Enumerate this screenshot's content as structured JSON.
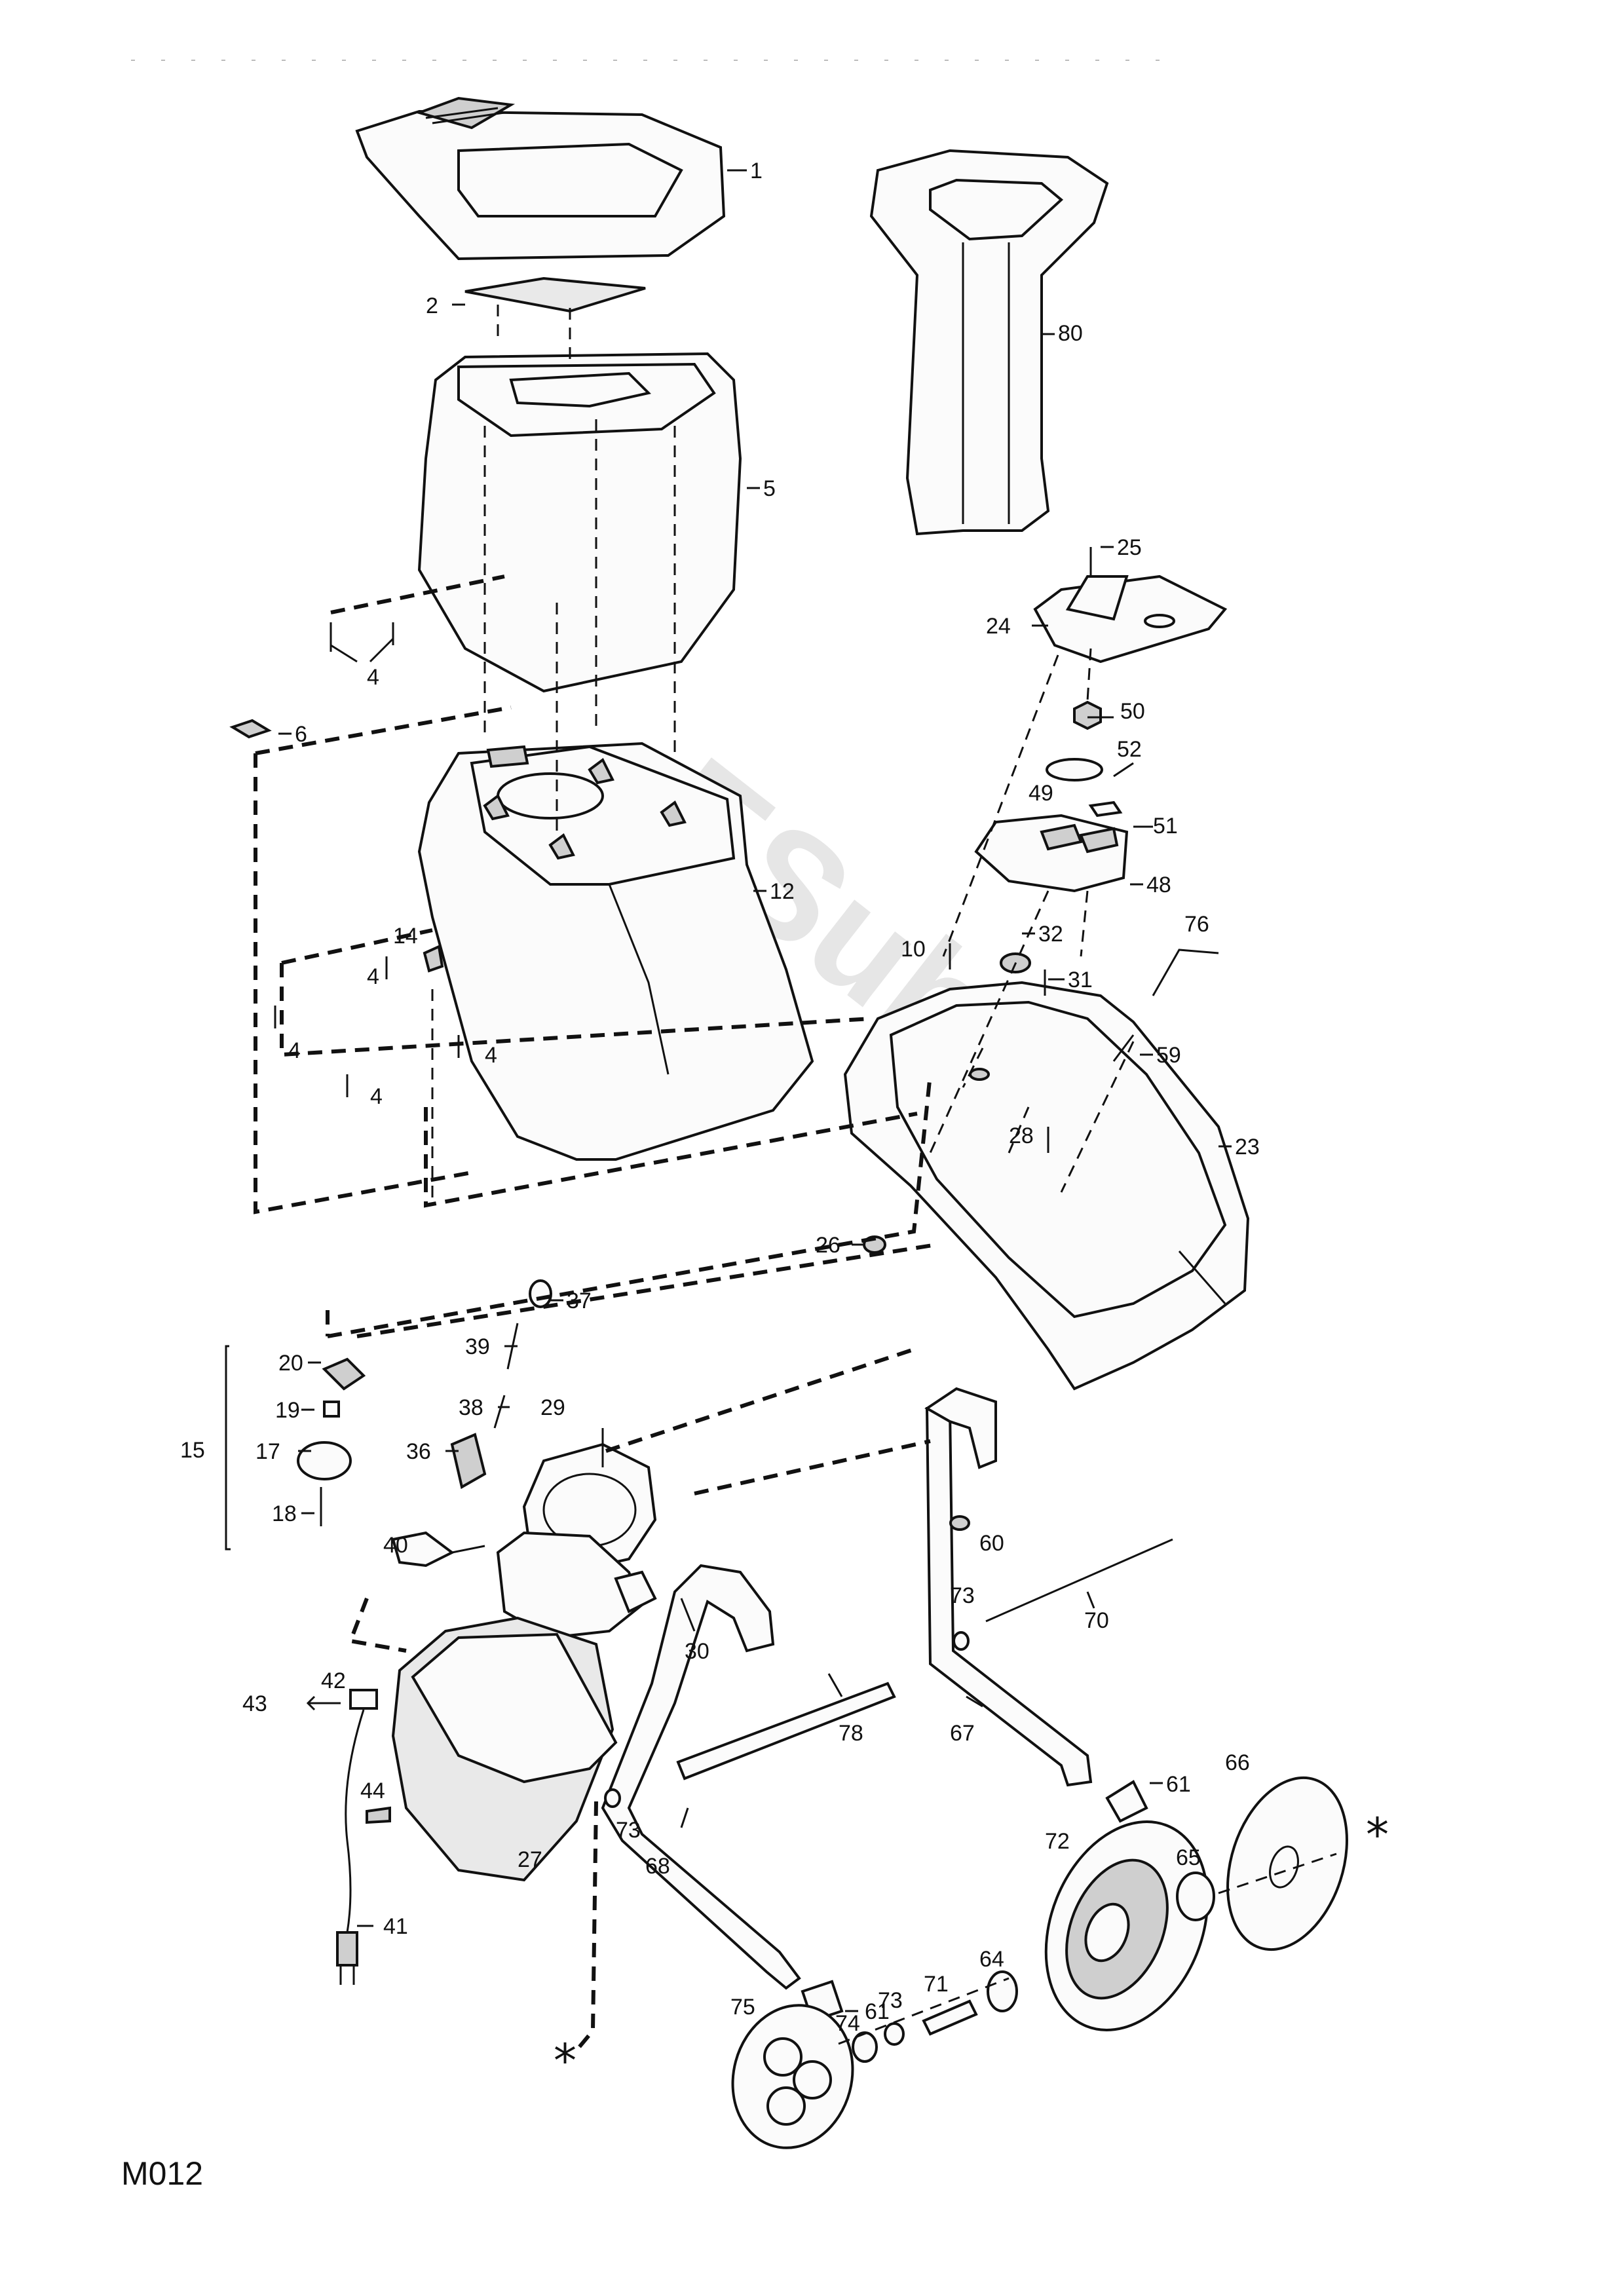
{
  "drawing_code": "M012",
  "marker_symbol": "*",
  "callouts": [
    {
      "id": "c1",
      "text": "1"
    },
    {
      "id": "c2",
      "text": "2"
    },
    {
      "id": "c80",
      "text": "80"
    },
    {
      "id": "c5",
      "text": "5"
    },
    {
      "id": "c25",
      "text": "25"
    },
    {
      "id": "c24",
      "text": "24"
    },
    {
      "id": "c4a",
      "text": "4"
    },
    {
      "id": "c6",
      "text": "6"
    },
    {
      "id": "c50",
      "text": "50"
    },
    {
      "id": "c52",
      "text": "52"
    },
    {
      "id": "c49",
      "text": "49"
    },
    {
      "id": "c51",
      "text": "51"
    },
    {
      "id": "c48",
      "text": "48"
    },
    {
      "id": "c12",
      "text": "12"
    },
    {
      "id": "c14",
      "text": "14"
    },
    {
      "id": "c4b",
      "text": "4"
    },
    {
      "id": "c4c",
      "text": "4"
    },
    {
      "id": "c4d",
      "text": "4"
    },
    {
      "id": "c4e",
      "text": "4"
    },
    {
      "id": "c10",
      "text": "10"
    },
    {
      "id": "c32",
      "text": "32"
    },
    {
      "id": "c76",
      "text": "76"
    },
    {
      "id": "c31",
      "text": "31"
    },
    {
      "id": "c59",
      "text": "59"
    },
    {
      "id": "c28",
      "text": "28"
    },
    {
      "id": "c23",
      "text": "23"
    },
    {
      "id": "c26",
      "text": "26"
    },
    {
      "id": "c37",
      "text": "37"
    },
    {
      "id": "c20",
      "text": "20"
    },
    {
      "id": "c39",
      "text": "39"
    },
    {
      "id": "c38",
      "text": "38"
    },
    {
      "id": "c29",
      "text": "29"
    },
    {
      "id": "c19",
      "text": "19"
    },
    {
      "id": "c15",
      "text": "15"
    },
    {
      "id": "c17",
      "text": "17"
    },
    {
      "id": "c36",
      "text": "36"
    },
    {
      "id": "c18",
      "text": "18"
    },
    {
      "id": "c60",
      "text": "60"
    },
    {
      "id": "c40",
      "text": "40"
    },
    {
      "id": "c73a",
      "text": "73"
    },
    {
      "id": "c70",
      "text": "70"
    },
    {
      "id": "c30",
      "text": "30"
    },
    {
      "id": "c42",
      "text": "42"
    },
    {
      "id": "c43",
      "text": "43"
    },
    {
      "id": "c78",
      "text": "78"
    },
    {
      "id": "c67",
      "text": "67"
    },
    {
      "id": "c61a",
      "text": "61"
    },
    {
      "id": "c66",
      "text": "66"
    },
    {
      "id": "c44",
      "text": "44"
    },
    {
      "id": "c73b",
      "text": "73"
    },
    {
      "id": "c72",
      "text": "72"
    },
    {
      "id": "c27",
      "text": "27"
    },
    {
      "id": "c68",
      "text": "68"
    },
    {
      "id": "c65",
      "text": "65"
    },
    {
      "id": "c41",
      "text": "41"
    },
    {
      "id": "c61b",
      "text": "61"
    },
    {
      "id": "c64",
      "text": "64"
    },
    {
      "id": "c75",
      "text": "75"
    },
    {
      "id": "c73c",
      "text": "73"
    },
    {
      "id": "c71",
      "text": "71"
    },
    {
      "id": "c74",
      "text": "74"
    }
  ]
}
